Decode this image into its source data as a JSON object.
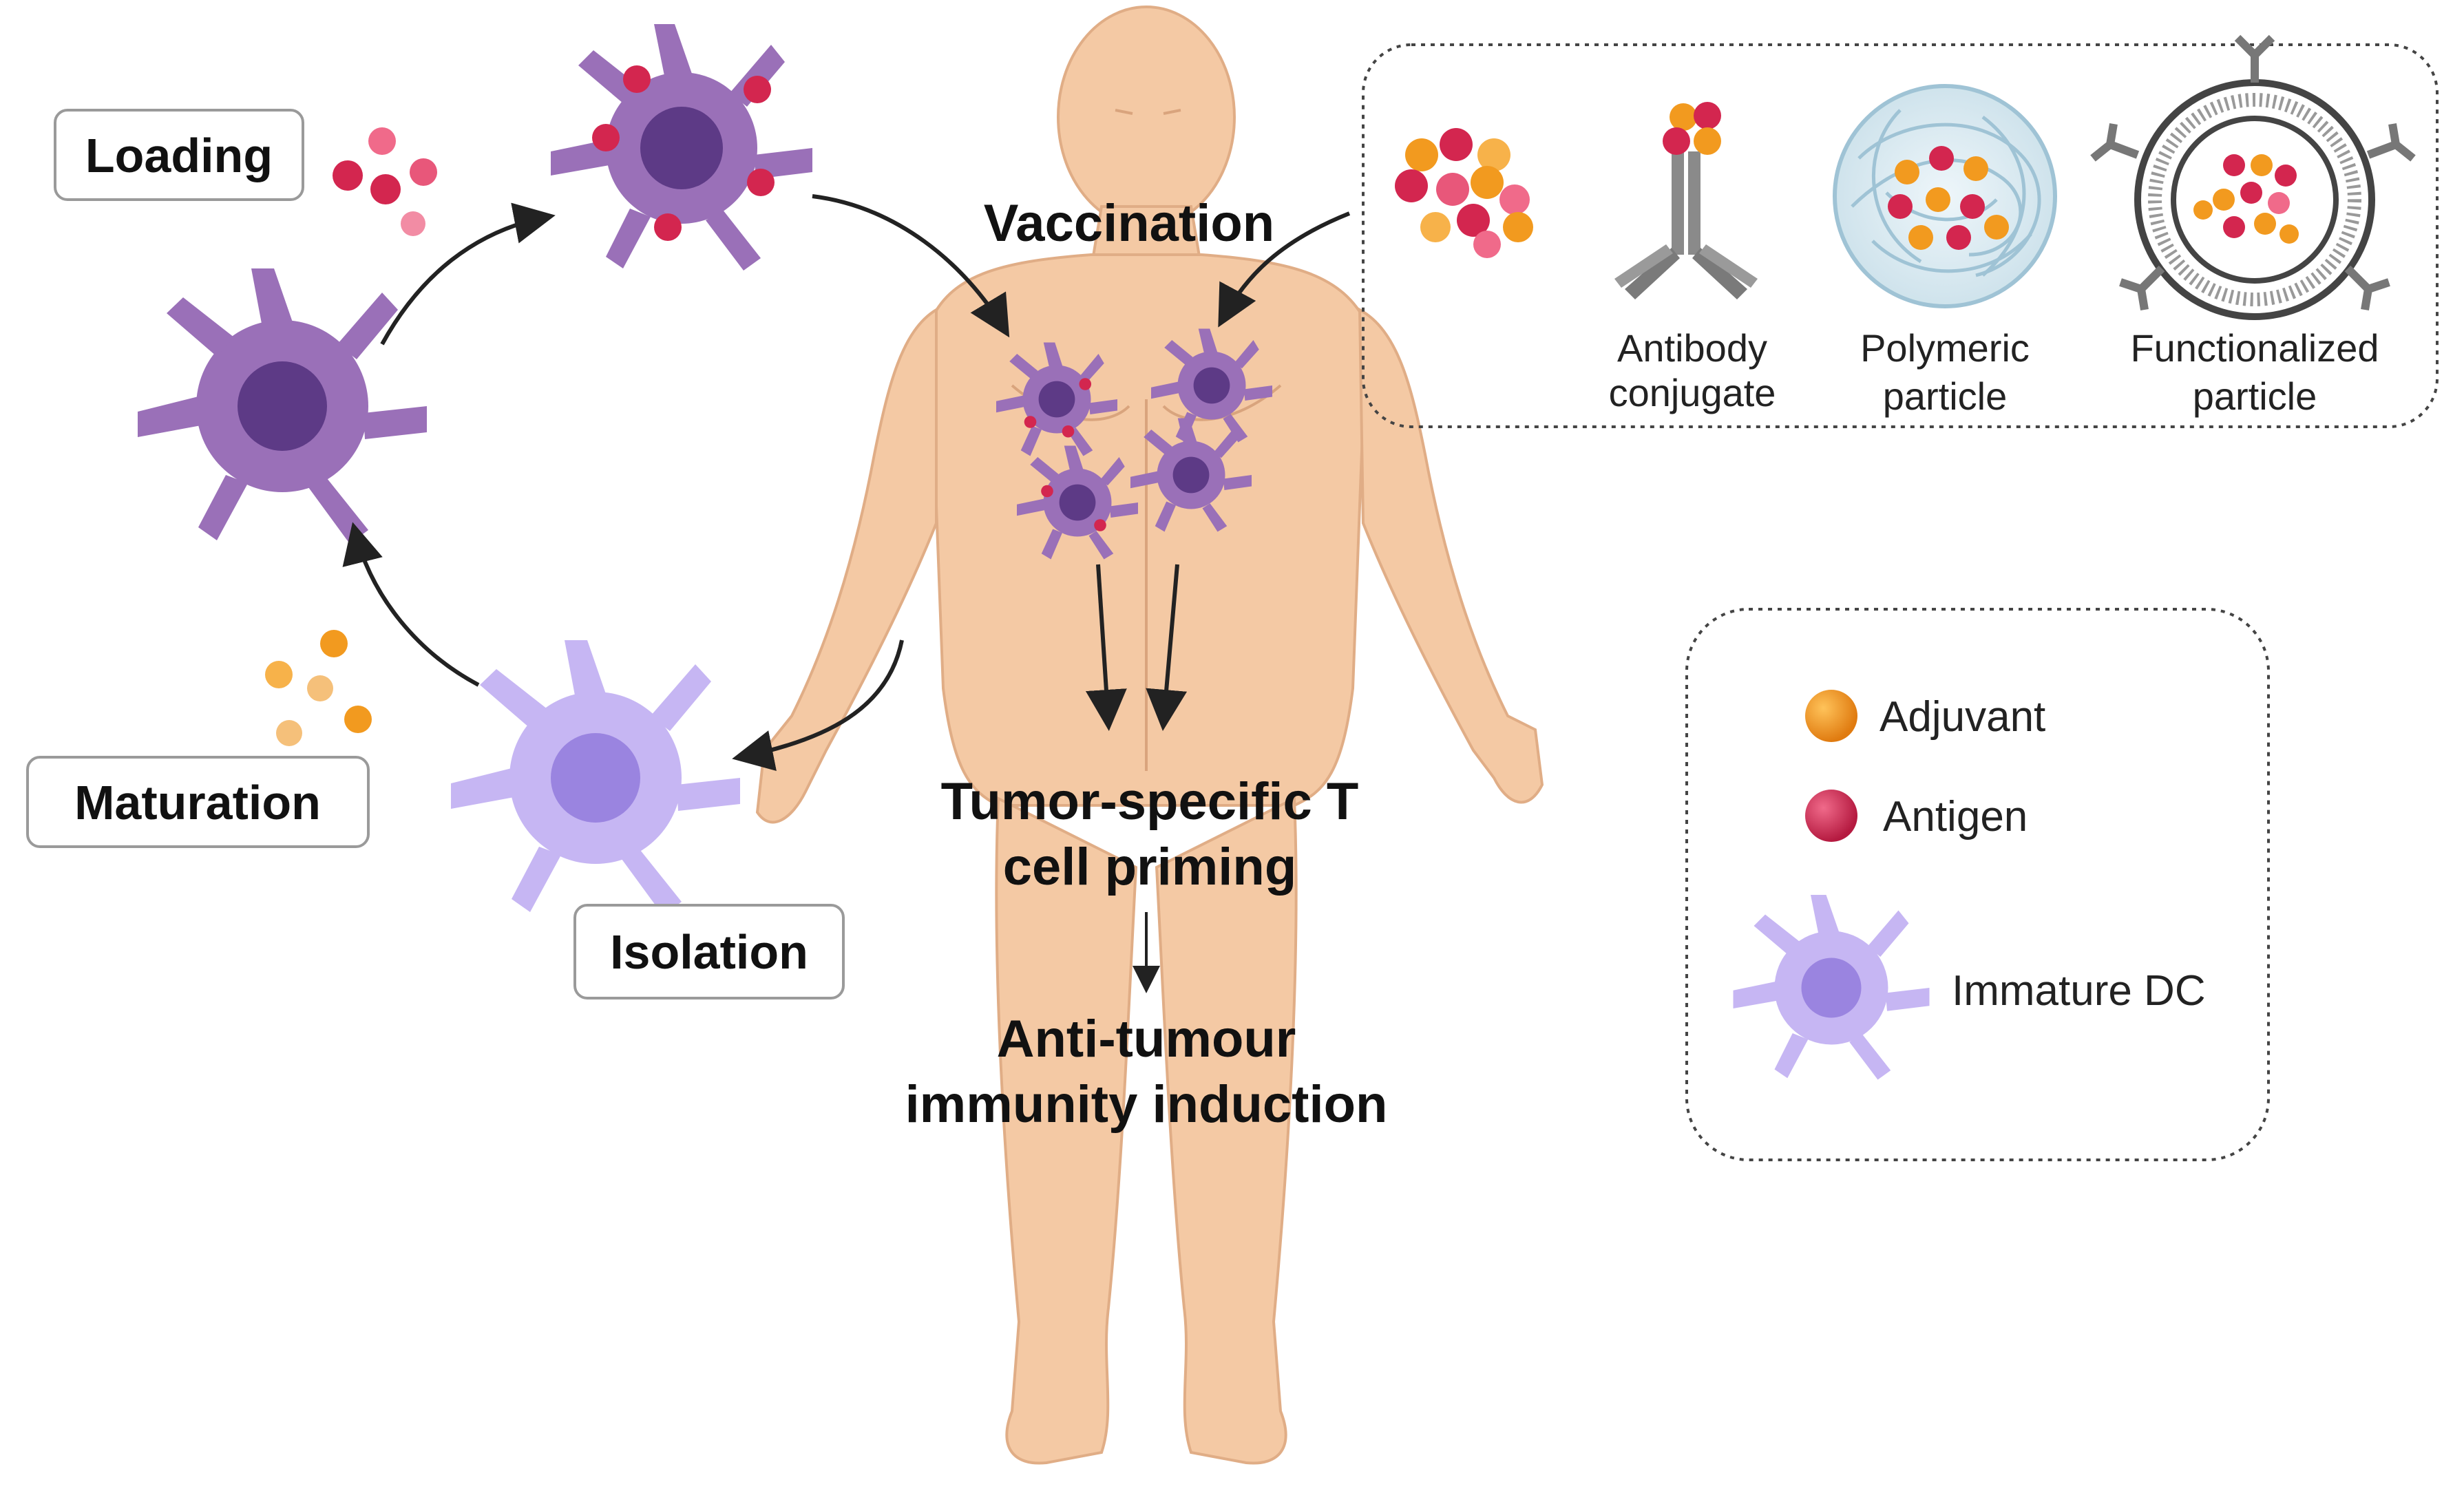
{
  "cycle": {
    "loading": "Loading",
    "maturation": "Maturation",
    "isolation": "Isolation"
  },
  "center": {
    "vaccination": "Vaccination",
    "priming_line1": "Tumor-specific T",
    "priming_line2": "cell priming",
    "immunity_line1": "Anti-tumour",
    "immunity_line2": "immunity induction"
  },
  "formulations": {
    "antibody_line1": "Antibody",
    "antibody_line2": "conjugate",
    "polymeric_line1": "Polymeric",
    "polymeric_line2": "particle",
    "functionalized_line1": "Functionalized",
    "functionalized_line2": "particle"
  },
  "legend": {
    "adjuvant": "Adjuvant",
    "antigen": "Antigen",
    "immature_dc": "Immature DC"
  },
  "colors": {
    "antigen": "#d3264f",
    "adjuvant": "#f29a1f",
    "mature_dc": "#9a70b8",
    "immature_dc": "#c6b6f3",
    "skin": "#f4c9a4",
    "polymer": "#9fc3d5"
  }
}
